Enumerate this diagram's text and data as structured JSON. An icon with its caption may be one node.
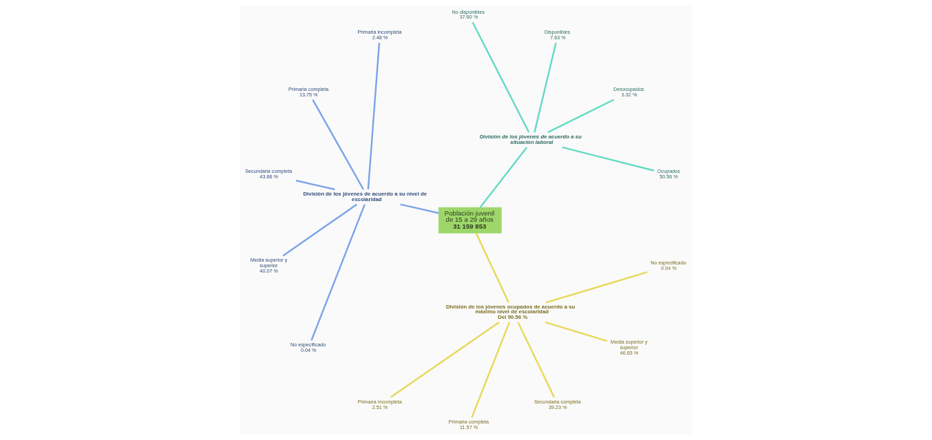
{
  "diagram": {
    "nodes": [
      {
        "text": [
          "Población juvenil de 15 a 29 años",
          "31 159 853"
        ]
      },
      {
        "text": [
          "División de los jóvenes de acuerdo a su situación laboral"
        ]
      },
      {
        "text": [
          "Ocupados",
          "50.56 %"
        ]
      },
      {
        "text": [
          "Desocupados",
          "3.32 %"
        ]
      },
      {
        "text": [
          "Disponibles",
          "7.63 %"
        ]
      },
      {
        "text": [
          "No disponibles",
          "37.60 %"
        ]
      },
      {
        "text": [
          "División de los jóvenes de acuerdo a su nivel de escolaridad"
        ]
      },
      {
        "text": [
          "Primaria incompleta",
          "2.48 %"
        ]
      },
      {
        "text": [
          "Primaria completa",
          "13.75 %"
        ]
      },
      {
        "text": [
          "Secundaria completa",
          "43.66 %"
        ]
      },
      {
        "text": [
          "Media superior y superior",
          "40.07 %"
        ]
      },
      {
        "text": [
          "No especificado",
          "0.04 %"
        ]
      },
      {
        "text": [
          "División de los jóvenes ocupados de acuerdo a su máximo nivel de escolaridad",
          "Del 50.56 %"
        ]
      },
      {
        "text": [
          "Primaría incompleta",
          "2.51 %"
        ]
      },
      {
        "text": [
          "Primaria completa",
          "11.57 %"
        ]
      },
      {
        "text": [
          "Secundaria completa",
          "39.23 %"
        ]
      },
      {
        "text": [
          "Media superior y superior",
          "46.65 %"
        ]
      },
      {
        "text": [
          "No especificado",
          "0.04 %"
        ]
      }
    ],
    "edges": [
      {
        "from": 0,
        "to": 1,
        "arrow": "none",
        "color": "#66d9c4"
      },
      {
        "from": 1,
        "to": 2,
        "arrow": "none",
        "color": "#66d9c4"
      },
      {
        "from": 1,
        "to": 3,
        "arrow": "none",
        "color": "#66d9c4"
      },
      {
        "from": 1,
        "to": 4,
        "arrow": "none",
        "color": "#66d9c4"
      },
      {
        "from": 1,
        "to": 5,
        "arrow": "none",
        "color": "#66d9c4"
      },
      {
        "from": 0,
        "to": 6,
        "arrow": "none",
        "color": "#7ba3e8"
      },
      {
        "from": 6,
        "to": 7,
        "arrow": "none",
        "color": "#7ba3e8"
      },
      {
        "from": 6,
        "to": 8,
        "arrow": "none",
        "color": "#7ba3e8"
      },
      {
        "from": 6,
        "to": 9,
        "arrow": "none",
        "color": "#7ba3e8"
      },
      {
        "from": 6,
        "to": 10,
        "arrow": "none",
        "color": "#7ba3e8"
      },
      {
        "from": 6,
        "to": 11,
        "arrow": "none",
        "color": "#7ba3e8"
      },
      {
        "from": 0,
        "to": 12,
        "arrow": "none",
        "color": "#e8d85a"
      },
      {
        "from": 12,
        "to": 13,
        "arrow": "none",
        "color": "#e8d85a"
      },
      {
        "from": 12,
        "to": 14,
        "arrow": "none",
        "color": "#e8d85a"
      },
      {
        "from": 12,
        "to": 15,
        "arrow": "none",
        "color": "#e8d85a"
      },
      {
        "from": 12,
        "to": 16,
        "arrow": "none",
        "color": "#e8d85a"
      },
      {
        "from": 12,
        "to": 17,
        "arrow": "none",
        "color": "#e8d85a"
      }
    ]
  }
}
